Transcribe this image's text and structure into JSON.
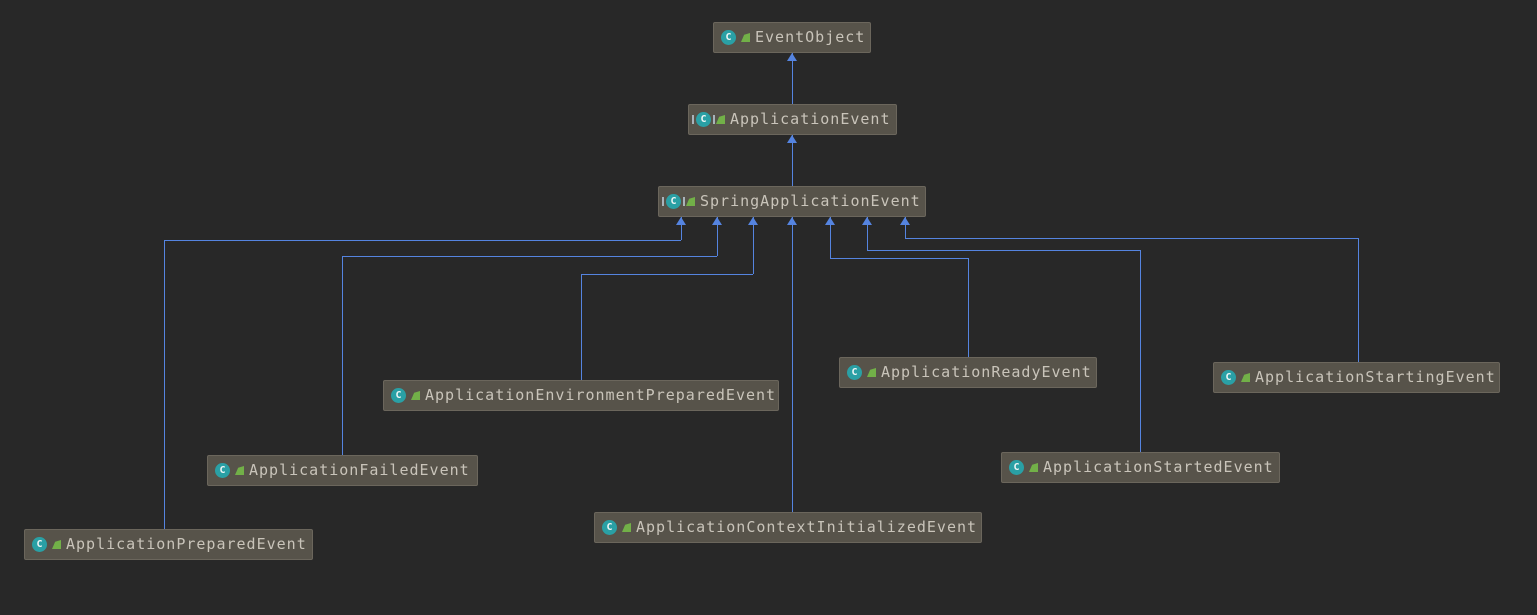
{
  "diagram": {
    "type": "uml-class-inheritance-hierarchy",
    "nodes": [
      {
        "id": "EventObject",
        "label": "EventObject",
        "icon": "class"
      },
      {
        "id": "ApplicationEvent",
        "label": "ApplicationEvent",
        "icon": "abstract-class"
      },
      {
        "id": "SpringApplicationEvent",
        "label": "SpringApplicationEvent",
        "icon": "abstract-class"
      },
      {
        "id": "ApplicationEnvironmentPreparedEvent",
        "label": "ApplicationEnvironmentPreparedEvent",
        "icon": "class"
      },
      {
        "id": "ApplicationReadyEvent",
        "label": "ApplicationReadyEvent",
        "icon": "class"
      },
      {
        "id": "ApplicationStartingEvent",
        "label": "ApplicationStartingEvent",
        "icon": "class"
      },
      {
        "id": "ApplicationFailedEvent",
        "label": "ApplicationFailedEvent",
        "icon": "class"
      },
      {
        "id": "ApplicationStartedEvent",
        "label": "ApplicationStartedEvent",
        "icon": "class"
      },
      {
        "id": "ApplicationPreparedEvent",
        "label": "ApplicationPreparedEvent",
        "icon": "class"
      },
      {
        "id": "ApplicationContextInitializedEvent",
        "label": "ApplicationContextInitializedEvent",
        "icon": "class"
      }
    ],
    "edges": [
      {
        "from": "ApplicationEvent",
        "to": "EventObject",
        "relation": "extends"
      },
      {
        "from": "SpringApplicationEvent",
        "to": "ApplicationEvent",
        "relation": "extends"
      },
      {
        "from": "ApplicationContextInitializedEvent",
        "to": "SpringApplicationEvent",
        "relation": "extends"
      },
      {
        "from": "ApplicationPreparedEvent",
        "to": "SpringApplicationEvent",
        "relation": "extends"
      },
      {
        "from": "ApplicationFailedEvent",
        "to": "SpringApplicationEvent",
        "relation": "extends"
      },
      {
        "from": "ApplicationEnvironmentPreparedEvent",
        "to": "SpringApplicationEvent",
        "relation": "extends"
      },
      {
        "from": "ApplicationReadyEvent",
        "to": "SpringApplicationEvent",
        "relation": "extends"
      },
      {
        "from": "ApplicationStartedEvent",
        "to": "SpringApplicationEvent",
        "relation": "extends"
      },
      {
        "from": "ApplicationStartingEvent",
        "to": "SpringApplicationEvent",
        "relation": "extends"
      }
    ],
    "colors": {
      "background": "#282828",
      "node_background": "#57534a",
      "node_border": "#6b665c",
      "node_text": "#c9c4ba",
      "edge": "#5584e0",
      "class_icon": "#2aa0a5",
      "modifier_icon": "#72b048"
    }
  }
}
